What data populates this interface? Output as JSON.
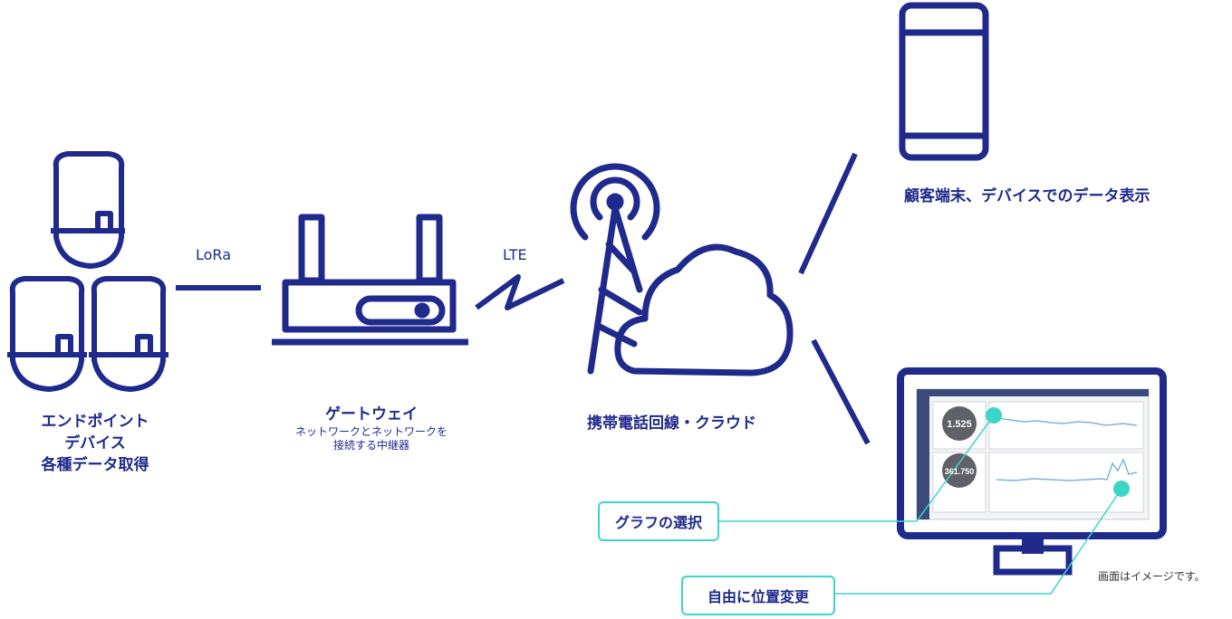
{
  "link_labels": {
    "lora": "LoRa",
    "lte": "LTE"
  },
  "endpoint": {
    "line1": "エンドポイント",
    "line2": "デバイス",
    "line3": "各種データ取得"
  },
  "gateway": {
    "title": "ゲートウェイ",
    "sub1": "ネットワークとネットワークを",
    "sub2": "接続する中継器"
  },
  "cloud": {
    "label": "携帯電話回線・クラウド"
  },
  "mobile": {
    "label": "顧客端末、デバイスでのデータ表示"
  },
  "callouts": {
    "graph_select": "グラフの選択",
    "reposition": "自由に位置変更"
  },
  "monitor": {
    "gauge1": "1.525",
    "gauge2": "361.750"
  },
  "note": "画面はイメージです。",
  "colors": {
    "navy": "#1f2a8c",
    "teal": "#3cd6c8"
  }
}
